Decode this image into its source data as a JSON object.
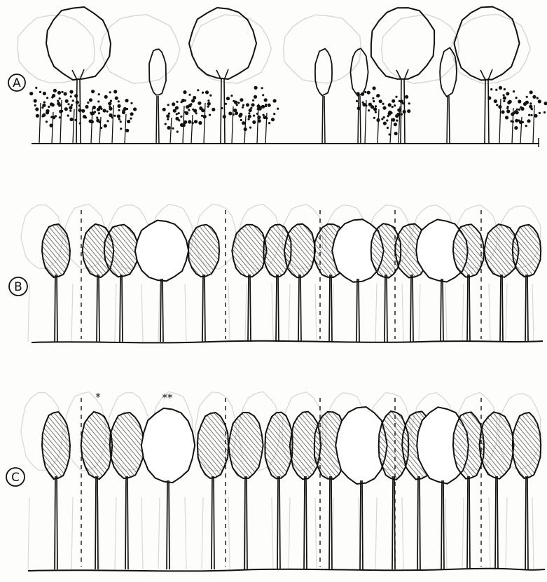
{
  "figure": {
    "background": "#fdfdfc",
    "ink": "#111111",
    "ghost_ink": "#d8d8d8",
    "hatch_ink": "#333333"
  },
  "panels": [
    {
      "id": "A",
      "label": "A",
      "stage": "mixed",
      "trees": [
        {
          "kind": "canopy"
        },
        {
          "kind": "shrub"
        },
        {
          "kind": "shrub"
        },
        {
          "kind": "narrow"
        },
        {
          "kind": "shrub"
        },
        {
          "kind": "canopy"
        },
        {
          "kind": "shrub"
        },
        {
          "kind": "narrow"
        },
        {
          "kind": "narrow"
        },
        {
          "kind": "shrub"
        },
        {
          "kind": "canopy"
        },
        {
          "kind": "narrow"
        },
        {
          "kind": "canopy"
        },
        {
          "kind": "shrub"
        }
      ]
    },
    {
      "id": "B",
      "label": "B",
      "stage": "thinned",
      "trees": [
        {
          "kind": "hatched"
        },
        {
          "kind": "hatched"
        },
        {
          "kind": "hatched"
        },
        {
          "kind": "open"
        },
        {
          "kind": "hatched"
        },
        {
          "kind": "hatched"
        },
        {
          "kind": "hatched"
        },
        {
          "kind": "hatched"
        },
        {
          "kind": "hatched"
        },
        {
          "kind": "open"
        },
        {
          "kind": "hatched"
        },
        {
          "kind": "hatched"
        },
        {
          "kind": "open"
        },
        {
          "kind": "hatched"
        },
        {
          "kind": "hatched"
        },
        {
          "kind": "hatched"
        }
      ]
    },
    {
      "id": "C",
      "label": "C",
      "stage": "closed",
      "marks": [
        "*",
        "**"
      ],
      "trees": [
        {
          "kind": "hatched"
        },
        {
          "kind": "hatched"
        },
        {
          "kind": "hatched"
        },
        {
          "kind": "open"
        },
        {
          "kind": "hatched"
        },
        {
          "kind": "hatched"
        },
        {
          "kind": "hatched"
        },
        {
          "kind": "hatched"
        },
        {
          "kind": "hatched"
        },
        {
          "kind": "open"
        },
        {
          "kind": "hatched"
        },
        {
          "kind": "hatched"
        },
        {
          "kind": "open"
        },
        {
          "kind": "hatched"
        },
        {
          "kind": "hatched"
        },
        {
          "kind": "hatched"
        }
      ]
    }
  ]
}
